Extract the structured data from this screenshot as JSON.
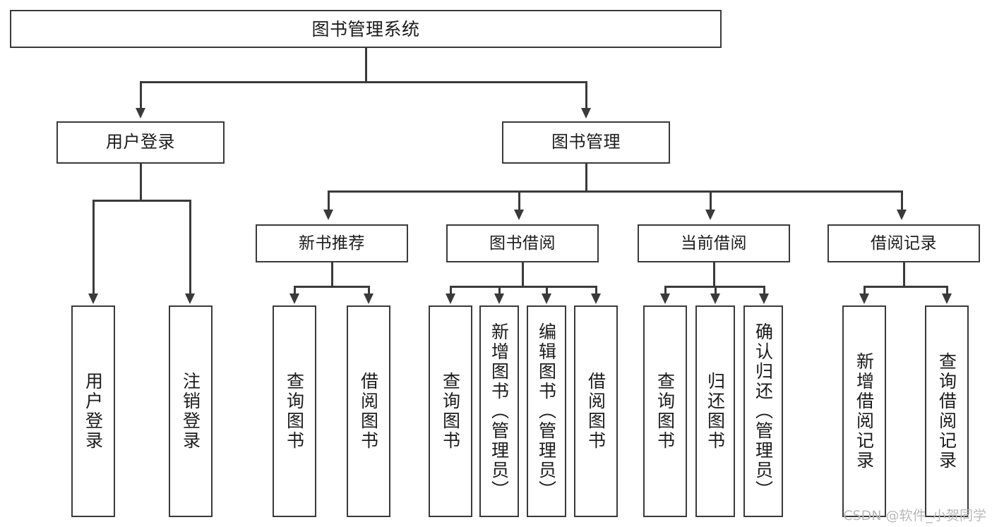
{
  "diagram": {
    "title": "图书管理系统",
    "watermark": "CSDN @软件_小贺同学"
  },
  "nodes": {
    "root": {
      "label": "图书管理系统"
    },
    "level2": [
      {
        "id": "user-login",
        "label": "用户登录"
      },
      {
        "id": "book-manage",
        "label": "图书管理"
      }
    ],
    "level3": [
      {
        "id": "new-book-recommend",
        "label": "新书推荐"
      },
      {
        "id": "book-borrow",
        "label": "图书借阅"
      },
      {
        "id": "current-borrow",
        "label": "当前借阅"
      },
      {
        "id": "borrow-record",
        "label": "借阅记录"
      }
    ],
    "leaves": [
      {
        "id": "leaf-user-login",
        "label": "用户登录"
      },
      {
        "id": "leaf-logout-login",
        "label": "注销登录"
      },
      {
        "id": "leaf-query-book-1",
        "label": "查询图书"
      },
      {
        "id": "leaf-borrow-book-1",
        "label": "借阅图书"
      },
      {
        "id": "leaf-query-book-2",
        "label": "查询图书"
      },
      {
        "id": "leaf-add-book-admin",
        "label": "新增图书（管理员）"
      },
      {
        "id": "leaf-edit-book-admin",
        "label": "编辑图书（管理员）"
      },
      {
        "id": "leaf-borrow-book-2",
        "label": "借阅图书"
      },
      {
        "id": "leaf-query-book-3",
        "label": "查询图书"
      },
      {
        "id": "leaf-return-book",
        "label": "归还图书"
      },
      {
        "id": "leaf-confirm-return-admin",
        "label": "确认归还（管理员）"
      },
      {
        "id": "leaf-add-borrow-record",
        "label": "新增借阅记录"
      },
      {
        "id": "leaf-query-borrow-record",
        "label": "查询借阅记录"
      }
    ]
  },
  "chart_data": {
    "type": "tree-diagram",
    "title": "图书管理系统",
    "orientation": "top-down",
    "tree": {
      "label": "图书管理系统",
      "children": [
        {
          "label": "用户登录",
          "children": [
            {
              "label": "用户登录"
            },
            {
              "label": "注销登录"
            }
          ]
        },
        {
          "label": "图书管理",
          "children": [
            {
              "label": "新书推荐",
              "children": [
                {
                  "label": "查询图书"
                },
                {
                  "label": "借阅图书"
                }
              ]
            },
            {
              "label": "图书借阅",
              "children": [
                {
                  "label": "查询图书"
                },
                {
                  "label": "新增图书（管理员）"
                },
                {
                  "label": "编辑图书（管理员）"
                },
                {
                  "label": "借阅图书"
                }
              ]
            },
            {
              "label": "当前借阅",
              "children": [
                {
                  "label": "查询图书"
                },
                {
                  "label": "归还图书"
                },
                {
                  "label": "确认归还（管理员）"
                }
              ]
            },
            {
              "label": "借阅记录",
              "children": [
                {
                  "label": "新增借阅记录"
                },
                {
                  "label": "查询借阅记录"
                }
              ]
            }
          ]
        }
      ]
    },
    "levels": 4,
    "node_count": 20,
    "leaf_count": 13
  },
  "style": {
    "border_color": "#3a3a3a",
    "background": "#ffffff",
    "text_color": "#1b1b1b",
    "watermark_color": "#b9b9b9"
  }
}
